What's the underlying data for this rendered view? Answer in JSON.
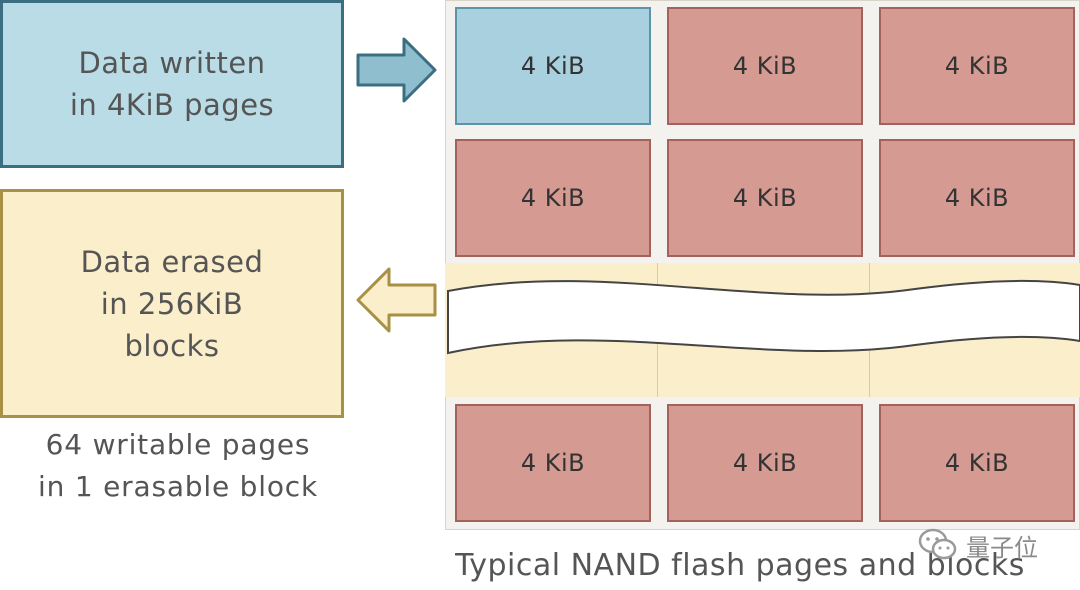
{
  "left_panel": {
    "written_box_text": "Data written\nin 4KiB pages",
    "erased_box_text": "Data erased\nin 256KiB\nblocks",
    "caption": "64 writable pages\nin 1 erasable block"
  },
  "grid": {
    "row1": [
      "4 KiB",
      "4 KiB",
      "4 KiB"
    ],
    "row2": [
      "4 KiB",
      "4 KiB",
      "4 KiB"
    ],
    "row4": [
      "4 KiB",
      "4 KiB",
      "4 KiB"
    ]
  },
  "caption_bottom": "Typical NAND flash pages and blocks",
  "watermark": "量子位",
  "colors": {
    "written_fill": "#b9dce6",
    "written_border": "#3c6e82",
    "erased_fill": "#fbeeca",
    "erased_border": "#a89045",
    "page_red": "#d59a92",
    "page_written": "#a9d0df"
  }
}
